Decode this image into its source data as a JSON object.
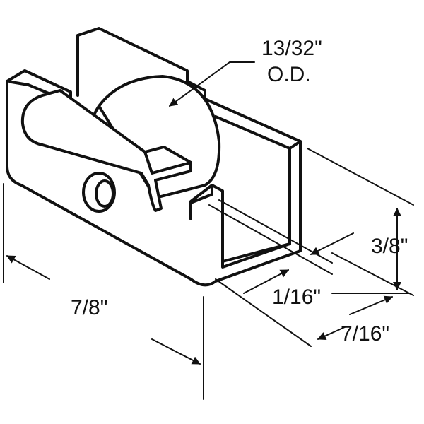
{
  "labels": {
    "od_value": "13/32\"",
    "od_suffix": "O.D.",
    "height": "3/8\"",
    "slot": "1/16\"",
    "length": "7/8\"",
    "depth": "7/16\""
  },
  "colors": {
    "line": "#111111",
    "background": "#ffffff"
  }
}
